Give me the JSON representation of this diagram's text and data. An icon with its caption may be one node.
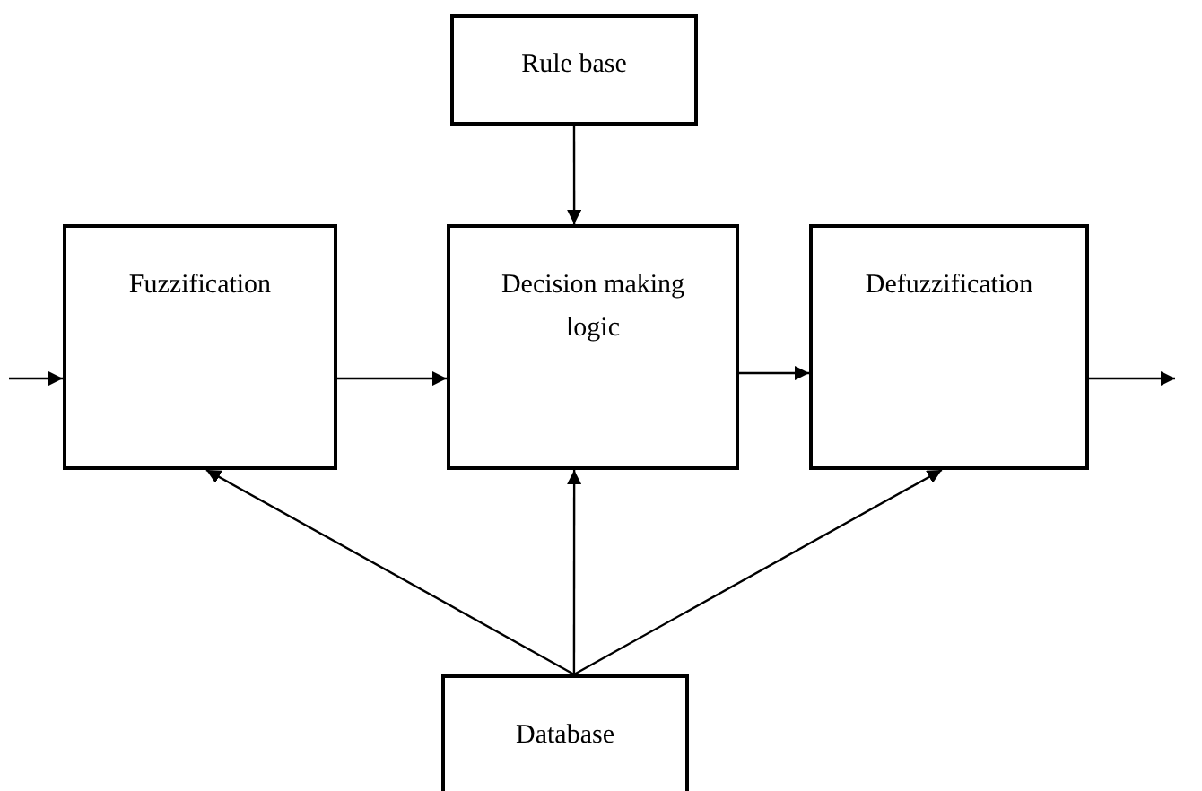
{
  "diagram": {
    "nodes": [
      {
        "text": [
          "Rule base"
        ]
      },
      {
        "text": [
          "Fuzzification"
        ]
      },
      {
        "text": [
          "Decision making logic"
        ]
      },
      {
        "text": [
          "Defuzzification"
        ]
      },
      {
        "text": [
          "Database"
        ]
      }
    ],
    "edges": [
      {
        "from": null,
        "to": 1,
        "arrow": "to"
      },
      {
        "from": 1,
        "to": 2,
        "arrow": "to"
      },
      {
        "from": 0,
        "to": 2,
        "arrow": "to"
      },
      {
        "from": 2,
        "to": 3,
        "arrow": "to"
      },
      {
        "from": 3,
        "to": null,
        "arrow": "to"
      },
      {
        "from": 4,
        "to": 1,
        "arrow": "to"
      },
      {
        "from": 4,
        "to": 2,
        "arrow": "to"
      },
      {
        "from": 4,
        "to": 3,
        "arrow": "to"
      }
    ]
  }
}
